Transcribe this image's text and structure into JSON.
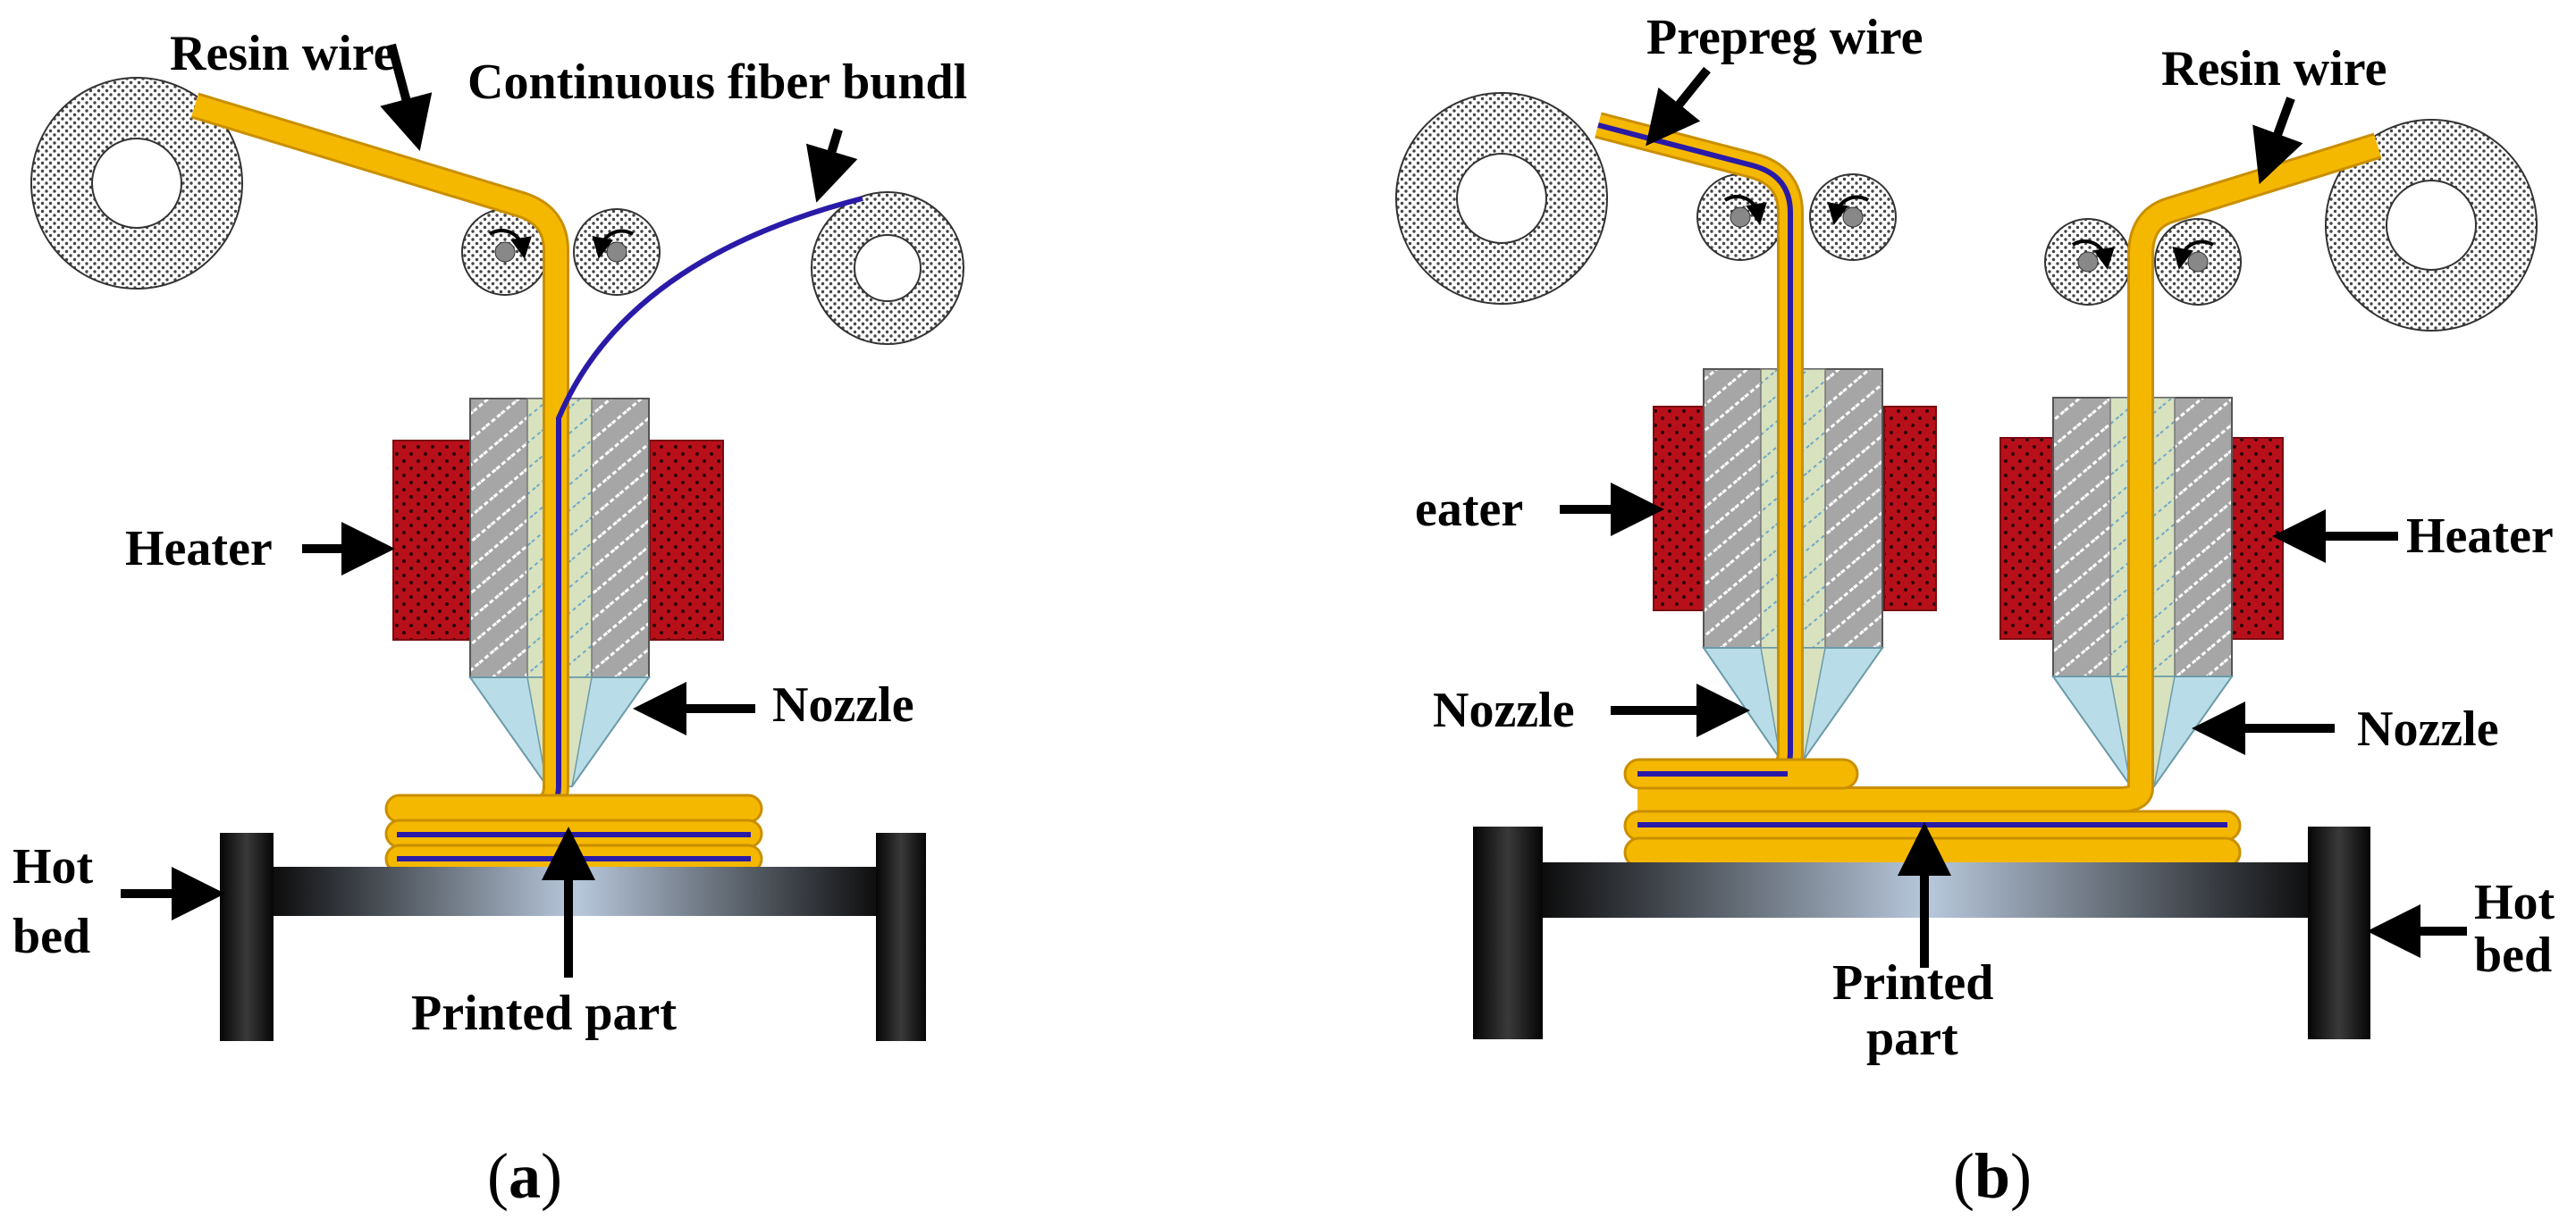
{
  "panel_a": {
    "labels": {
      "resin_wire": "Resin wire",
      "fiber_bundle": "Continuous fiber bundl",
      "heater": "Heater",
      "nozzle": "Nozzle",
      "hot": "Hot",
      "bed": "bed",
      "printed_part": "Printed part"
    },
    "caption_open": "(",
    "caption_letter": "a",
    "caption_close": ")"
  },
  "panel_b": {
    "labels": {
      "prepreg_wire": "Prepreg wire",
      "resin_wire": "Resin wire",
      "heater_left": "eater",
      "heater_right": "Heater",
      "nozzle_left": "Nozzle",
      "nozzle_right": "Nozzle",
      "hot": "Hot",
      "bed": "bed",
      "printed": "Printed",
      "part": "part"
    },
    "caption_open": "(",
    "caption_letter": "b",
    "caption_close": ")"
  },
  "colors": {
    "resin": "#f5b800",
    "resin_edge": "#c98f00",
    "fiber": "#2a1aa8",
    "heater": "#b8101a",
    "nozzle_body": "#a8a8a8",
    "nozzle_channel": "#d8e2bf",
    "nozzle_tip": "#b9dde8",
    "bed_frame": "#151515"
  }
}
